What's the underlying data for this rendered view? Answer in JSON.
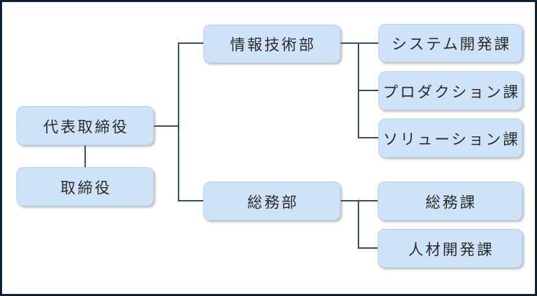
{
  "diagram_type": "organization-chart",
  "colors": {
    "node_fill": "#cee3f8",
    "node_border": "#b6d1ef",
    "connector": "#2f4d63",
    "outer_border": "#0b1f33",
    "text": "#2b2b2b",
    "background": "#ffffff"
  },
  "nodes": [
    {
      "id": "representative-director",
      "label": "代表取締役"
    },
    {
      "id": "director",
      "label": "取締役"
    },
    {
      "id": "it-department",
      "label": "情報技術部"
    },
    {
      "id": "system-development",
      "label": "システム開発課"
    },
    {
      "id": "production",
      "label": "プロダクション課"
    },
    {
      "id": "solution",
      "label": "ソリューション課"
    },
    {
      "id": "general-affairs-department",
      "label": "総務部"
    },
    {
      "id": "general-affairs-section",
      "label": "総務課"
    },
    {
      "id": "hr-development",
      "label": "人材開発課"
    }
  ],
  "edges": [
    {
      "from": "代表取締役",
      "to": "取締役"
    },
    {
      "from": "代表取締役",
      "to": "情報技術部"
    },
    {
      "from": "代表取締役",
      "to": "総務部"
    },
    {
      "from": "情報技術部",
      "to": "システム開発課"
    },
    {
      "from": "情報技術部",
      "to": "プロダクション課"
    },
    {
      "from": "情報技術部",
      "to": "ソリューション課"
    },
    {
      "from": "総務部",
      "to": "総務課"
    },
    {
      "from": "総務部",
      "to": "人材開発課"
    }
  ]
}
